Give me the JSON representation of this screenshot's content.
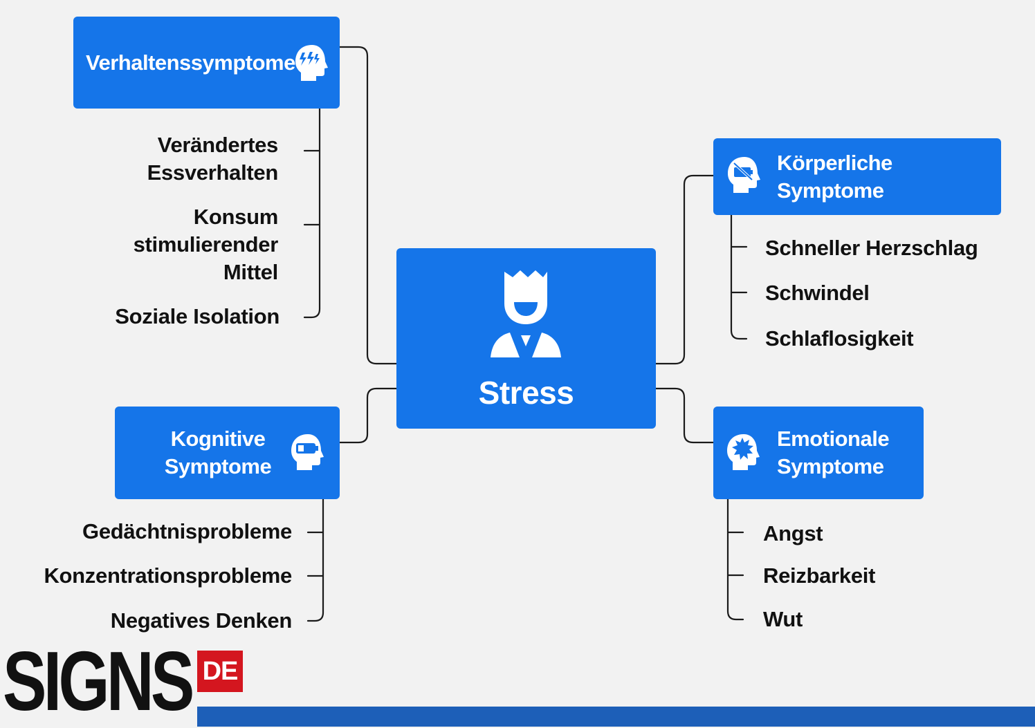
{
  "center": {
    "title": "Stress",
    "icon": "person-crown-icon"
  },
  "branches": {
    "behavioral": {
      "title": "Verhaltenssymptome",
      "icon": "head-lightning-icon",
      "items": [
        "Verändertes Essverhalten",
        "Konsum stimulierender Mittel",
        "Soziale Isolation"
      ]
    },
    "physical": {
      "title": "Körperliche Symptome",
      "icon": "head-no-battery-icon",
      "items": [
        "Schneller Herzschlag",
        "Schwindel",
        "Schlaflosigkeit"
      ]
    },
    "cognitive": {
      "title": "Kognitive Symptome",
      "icon": "head-battery-icon",
      "items": [
        "Gedächtnisprobleme",
        "Konzentrationsprobleme",
        "Negatives Denken"
      ]
    },
    "emotional": {
      "title": "Emotionale Symptome",
      "icon": "head-burst-icon",
      "items": [
        "Angst",
        "Reizbarkeit",
        "Wut"
      ]
    }
  },
  "brand": {
    "name": "SIGNS",
    "tag": "DE"
  },
  "colors": {
    "box": "#1575e9",
    "text": "#111111",
    "background": "#f2f2f2",
    "brand_red": "#d4161f",
    "bar": "#1d5fb8"
  }
}
